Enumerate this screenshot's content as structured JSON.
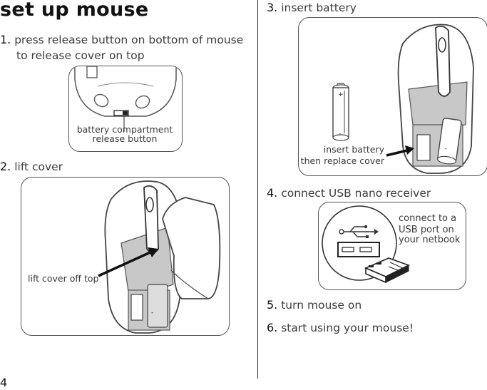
{
  "page": {
    "title": "set up mouse",
    "page_number": "4"
  },
  "steps": [
    {
      "number": "1.",
      "text_line1": "press release button on bottom of mouse",
      "text_line2": "to release cover on top"
    },
    {
      "number": "2.",
      "text": "lift cover"
    },
    {
      "number": "3.",
      "text": "insert battery"
    },
    {
      "number": "4.",
      "text": "connect USB nano receiver"
    },
    {
      "number": "5.",
      "text": "turn mouse on"
    },
    {
      "number": "6.",
      "text": "start using your mouse!"
    }
  ],
  "callouts": {
    "release_line1": "battery compartment",
    "release_line2": "release button",
    "lift": "lift cover off top",
    "insert_line1": "insert battery",
    "insert_line2": "then replace cover",
    "usb_line1": "connect to a",
    "usb_line2": "USB port on",
    "usb_line3": "your netbook"
  },
  "battery": {
    "plus": "+",
    "minus": "-"
  },
  "icons": [
    "usb-symbol-icon",
    "usb-port-icon",
    "nano-receiver-icon",
    "mouse-illustration",
    "battery-illustration",
    "arrow-icon"
  ]
}
